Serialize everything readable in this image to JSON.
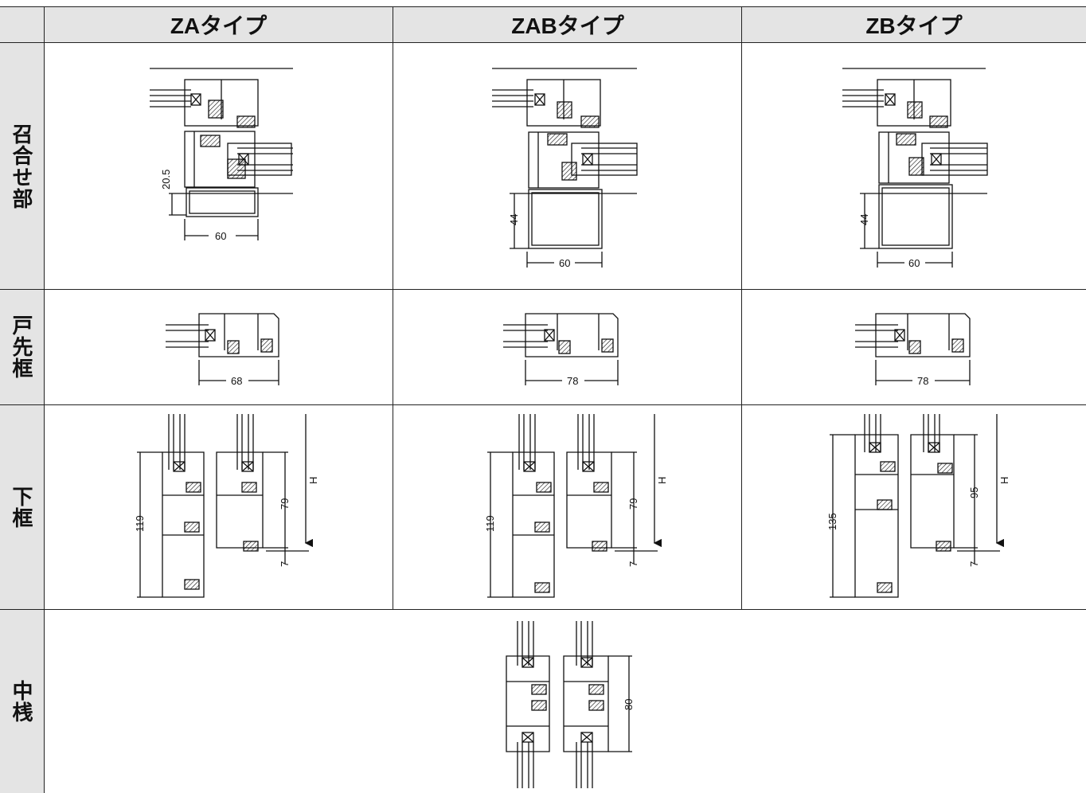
{
  "columns": [
    {
      "label": "ZAタイプ"
    },
    {
      "label": "ZABタイプ"
    },
    {
      "label": "ZBタイプ"
    }
  ],
  "rows": [
    {
      "label": "召合せ部"
    },
    {
      "label": "戸先框"
    },
    {
      "label": "下框"
    },
    {
      "label": "中桟"
    }
  ],
  "dimensions": {
    "meeting": {
      "za": {
        "height": "20.5",
        "width": "60"
      },
      "zab": {
        "height": "44",
        "width": "60"
      },
      "zb": {
        "height": "44",
        "width": "60"
      }
    },
    "door_edge": {
      "za": {
        "width": "68"
      },
      "zab": {
        "width": "78"
      },
      "zb": {
        "width": "78"
      }
    },
    "bottom_rail": {
      "za": {
        "total": "119",
        "inner": "79",
        "gap": "7",
        "h": "H"
      },
      "zab": {
        "total": "119",
        "inner": "79",
        "gap": "7",
        "h": "H"
      },
      "zb": {
        "total": "135",
        "inner": "95",
        "gap": "7",
        "h": "H"
      }
    },
    "mid_rail": {
      "height": "80"
    }
  },
  "colors": {
    "header_bg": "#e4e4e4",
    "line": "#222222"
  }
}
